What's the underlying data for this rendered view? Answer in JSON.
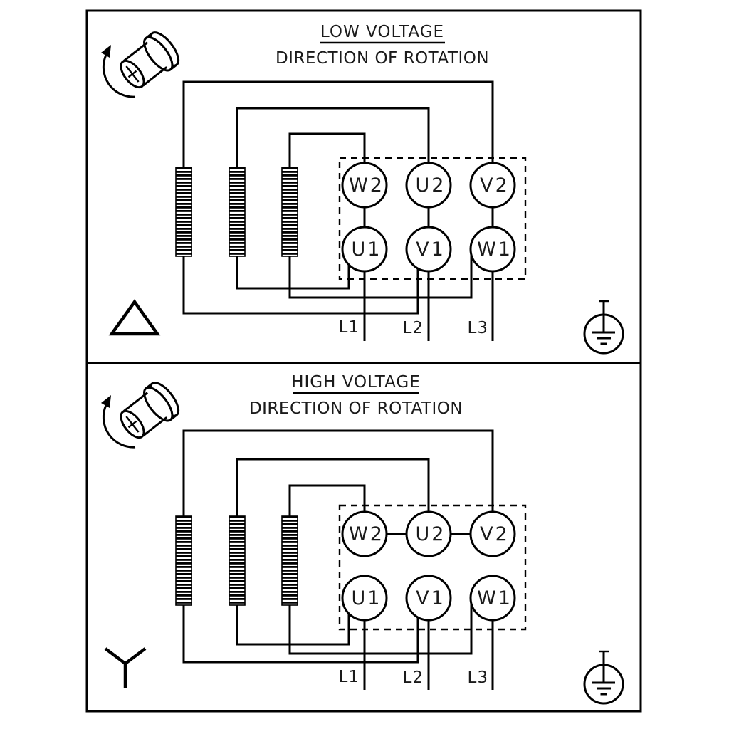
{
  "colors": {
    "line": "#000000",
    "background": "#ffffff",
    "text": "#1a1a1a"
  },
  "icons": {
    "rotation": "shaft-rotation-icon",
    "ground": "earth-ground-icon",
    "panel_0_connection": "delta-icon",
    "panel_1_connection": "star-icon"
  },
  "panels": [
    {
      "title": "LOW VOLTAGE",
      "subtitle": "DIRECTION OF ROTATION",
      "connection": "delta",
      "terminals": {
        "top": [
          "W2",
          "U2",
          "V2"
        ],
        "bottom": [
          "U1",
          "V1",
          "W1"
        ]
      },
      "leads": [
        "L1",
        "L2",
        "L3"
      ]
    },
    {
      "title": "HIGH VOLTAGE",
      "subtitle": "DIRECTION OF ROTATION",
      "connection": "star",
      "terminals": {
        "top": [
          "W2",
          "U2",
          "V2"
        ],
        "bottom": [
          "U1",
          "V1",
          "W1"
        ]
      },
      "leads": [
        "L1",
        "L2",
        "L3"
      ]
    }
  ]
}
